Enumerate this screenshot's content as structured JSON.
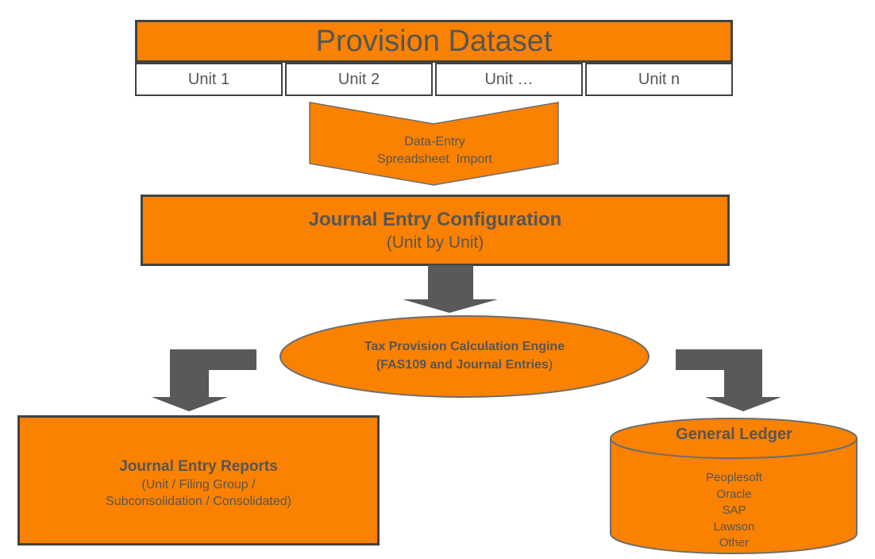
{
  "colors": {
    "orange": "#FB8100",
    "text_gray": "#565656",
    "arrow_gray": "#595959",
    "border_dark": "#424242",
    "border_gray": "#6E6E6E"
  },
  "provision_dataset": {
    "title": "Provision Dataset",
    "units": [
      "Unit 1",
      "Unit 2",
      "Unit …",
      "Unit n"
    ]
  },
  "import_chevron": {
    "line1": "Data-Entry",
    "line2": "Spreadsheet  Import"
  },
  "journal_entry_configuration": {
    "title": "Journal Entry Configuration",
    "subtitle": "(Unit by Unit)"
  },
  "calculation_engine": {
    "line1": "Tax Provision Calculation Engine",
    "line2": "(FAS109 and Journal Entries",
    "line2_close": ")"
  },
  "journal_entry_reports": {
    "title": "Journal Entry Reports",
    "subtitle1": "(Unit / Filing Group /",
    "subtitle2": "Subconsolidation / Consolidated)"
  },
  "general_ledger": {
    "title": "General Ledger",
    "systems": [
      "Peoplesoft",
      "Oracle",
      "SAP",
      "Lawson",
      "Other"
    ]
  }
}
